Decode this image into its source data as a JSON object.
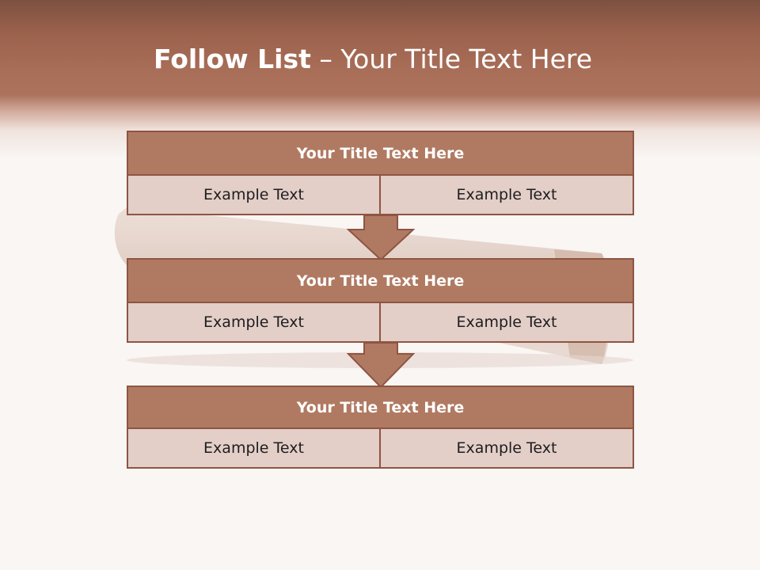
{
  "slide": {
    "title_bold": "Follow List",
    "title_rest": "  – Your Title Text Here"
  },
  "blocks": [
    {
      "title": "Your Title Text Here",
      "left_text": "Example Text",
      "right_text": "Example Text"
    },
    {
      "title": "Your Title Text Here",
      "left_text": "Example Text",
      "right_text": "Example Text"
    },
    {
      "title": "Your Title Text Here",
      "left_text": "Example Text",
      "right_text": "Example Text"
    }
  ],
  "colors": {
    "header": "#a96e58",
    "block_title_fill": "#b07a62",
    "block_cell_fill": "#e3cec8",
    "border": "#8e5542",
    "background": "#f9f6f4"
  }
}
